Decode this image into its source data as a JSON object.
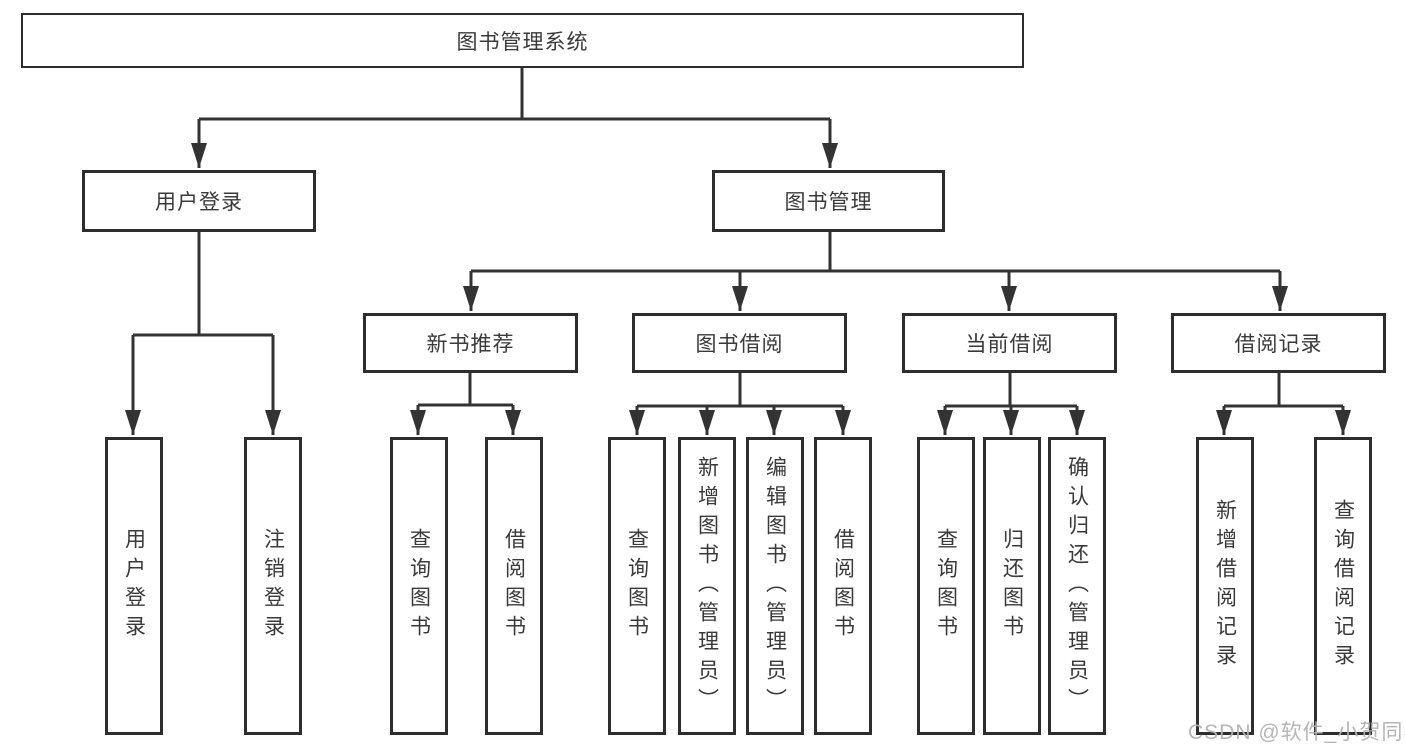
{
  "diagram": {
    "title": "图书管理系统",
    "level2": [
      {
        "label": "用户登录"
      },
      {
        "label": "图书管理"
      }
    ],
    "level3": [
      {
        "label": "新书推荐"
      },
      {
        "label": "图书借阅"
      },
      {
        "label": "当前借阅"
      },
      {
        "label": "借阅记录"
      }
    ],
    "leaves": [
      {
        "label": "用户登录"
      },
      {
        "label": "注销登录"
      },
      {
        "label": "查询图书"
      },
      {
        "label": "借阅图书"
      },
      {
        "label": "查询图书"
      },
      {
        "label": "新增图书（管理员）"
      },
      {
        "label": "编辑图书（管理员）"
      },
      {
        "label": "借阅图书"
      },
      {
        "label": "查询图书"
      },
      {
        "label": "归还图书"
      },
      {
        "label": "确认归还（管理员）"
      },
      {
        "label": "新增借阅记录"
      },
      {
        "label": "查询借阅记录"
      }
    ],
    "line_color": "#333333",
    "border_color": "#2d2d2d",
    "text_color": "#3a3a3a"
  },
  "watermark": {
    "text": "CSDN @软件_小贺同学"
  }
}
